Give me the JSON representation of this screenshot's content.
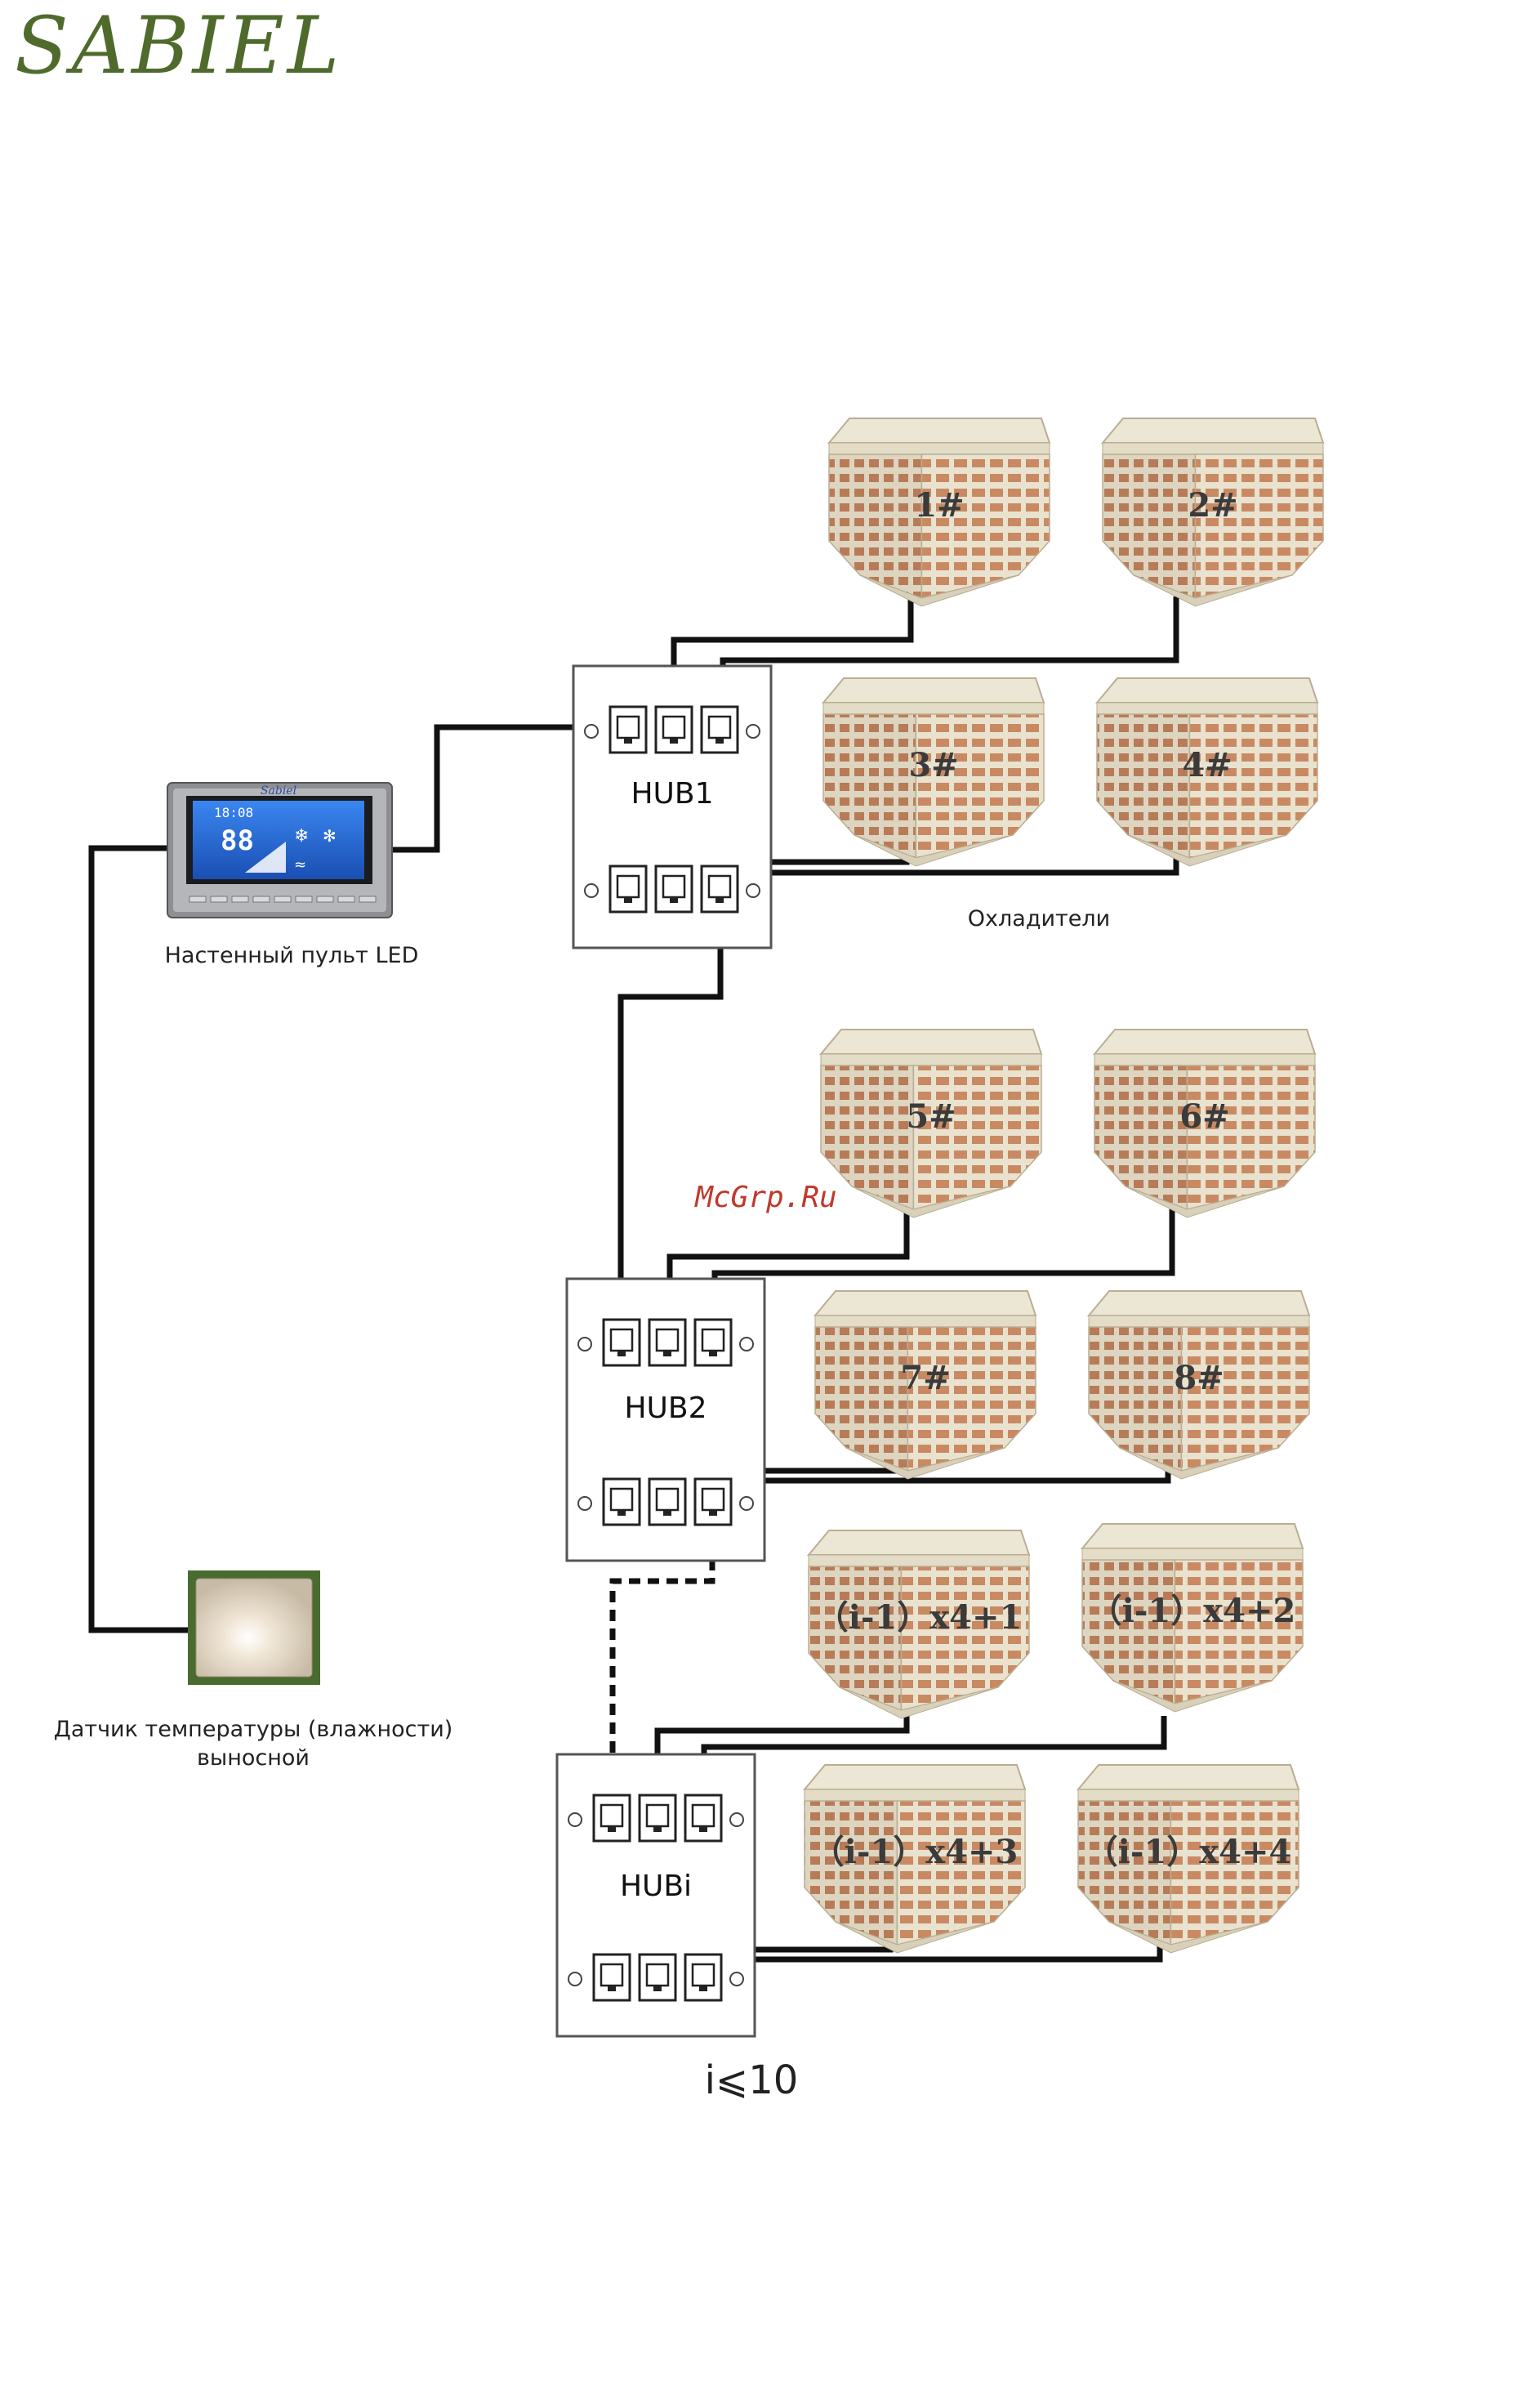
{
  "brand": {
    "logo_text": "SABIEL"
  },
  "controller": {
    "label": "Настенный пульт LED",
    "screen_time": "18:08",
    "screen_value": "88",
    "brand_mini": "Sabiel"
  },
  "sensor": {
    "label_line1": "Датчик температуры (влажности)",
    "label_line2": "выносной"
  },
  "coolers_caption": "Охладители",
  "watermark": "McGrp.Ru",
  "condition": "i⩽10",
  "hubs": [
    {
      "id": "hub1",
      "label": "HUB1"
    },
    {
      "id": "hub2",
      "label": "HUB2"
    },
    {
      "id": "hubi",
      "label": "HUBi"
    }
  ],
  "units": [
    {
      "id": "u1",
      "label": "1#"
    },
    {
      "id": "u2",
      "label": "2#"
    },
    {
      "id": "u3",
      "label": "3#"
    },
    {
      "id": "u4",
      "label": "4#"
    },
    {
      "id": "u5",
      "label": "5#"
    },
    {
      "id": "u6",
      "label": "6#"
    },
    {
      "id": "u7",
      "label": "7#"
    },
    {
      "id": "u8",
      "label": "8#"
    },
    {
      "id": "u9",
      "label": "（i-1）x4+1"
    },
    {
      "id": "u10",
      "label": "（i-1）x4+2"
    },
    {
      "id": "u11",
      "label": "（i-1）x4+3"
    },
    {
      "id": "u12",
      "label": "（i-1）x4+4"
    }
  ],
  "colors": {
    "logo": "#4e6b2c",
    "cooler_body": "#e9e2cf",
    "cooler_louver": "#c98a63",
    "lcd": "#2f6fd8",
    "wire": "#111111"
  }
}
